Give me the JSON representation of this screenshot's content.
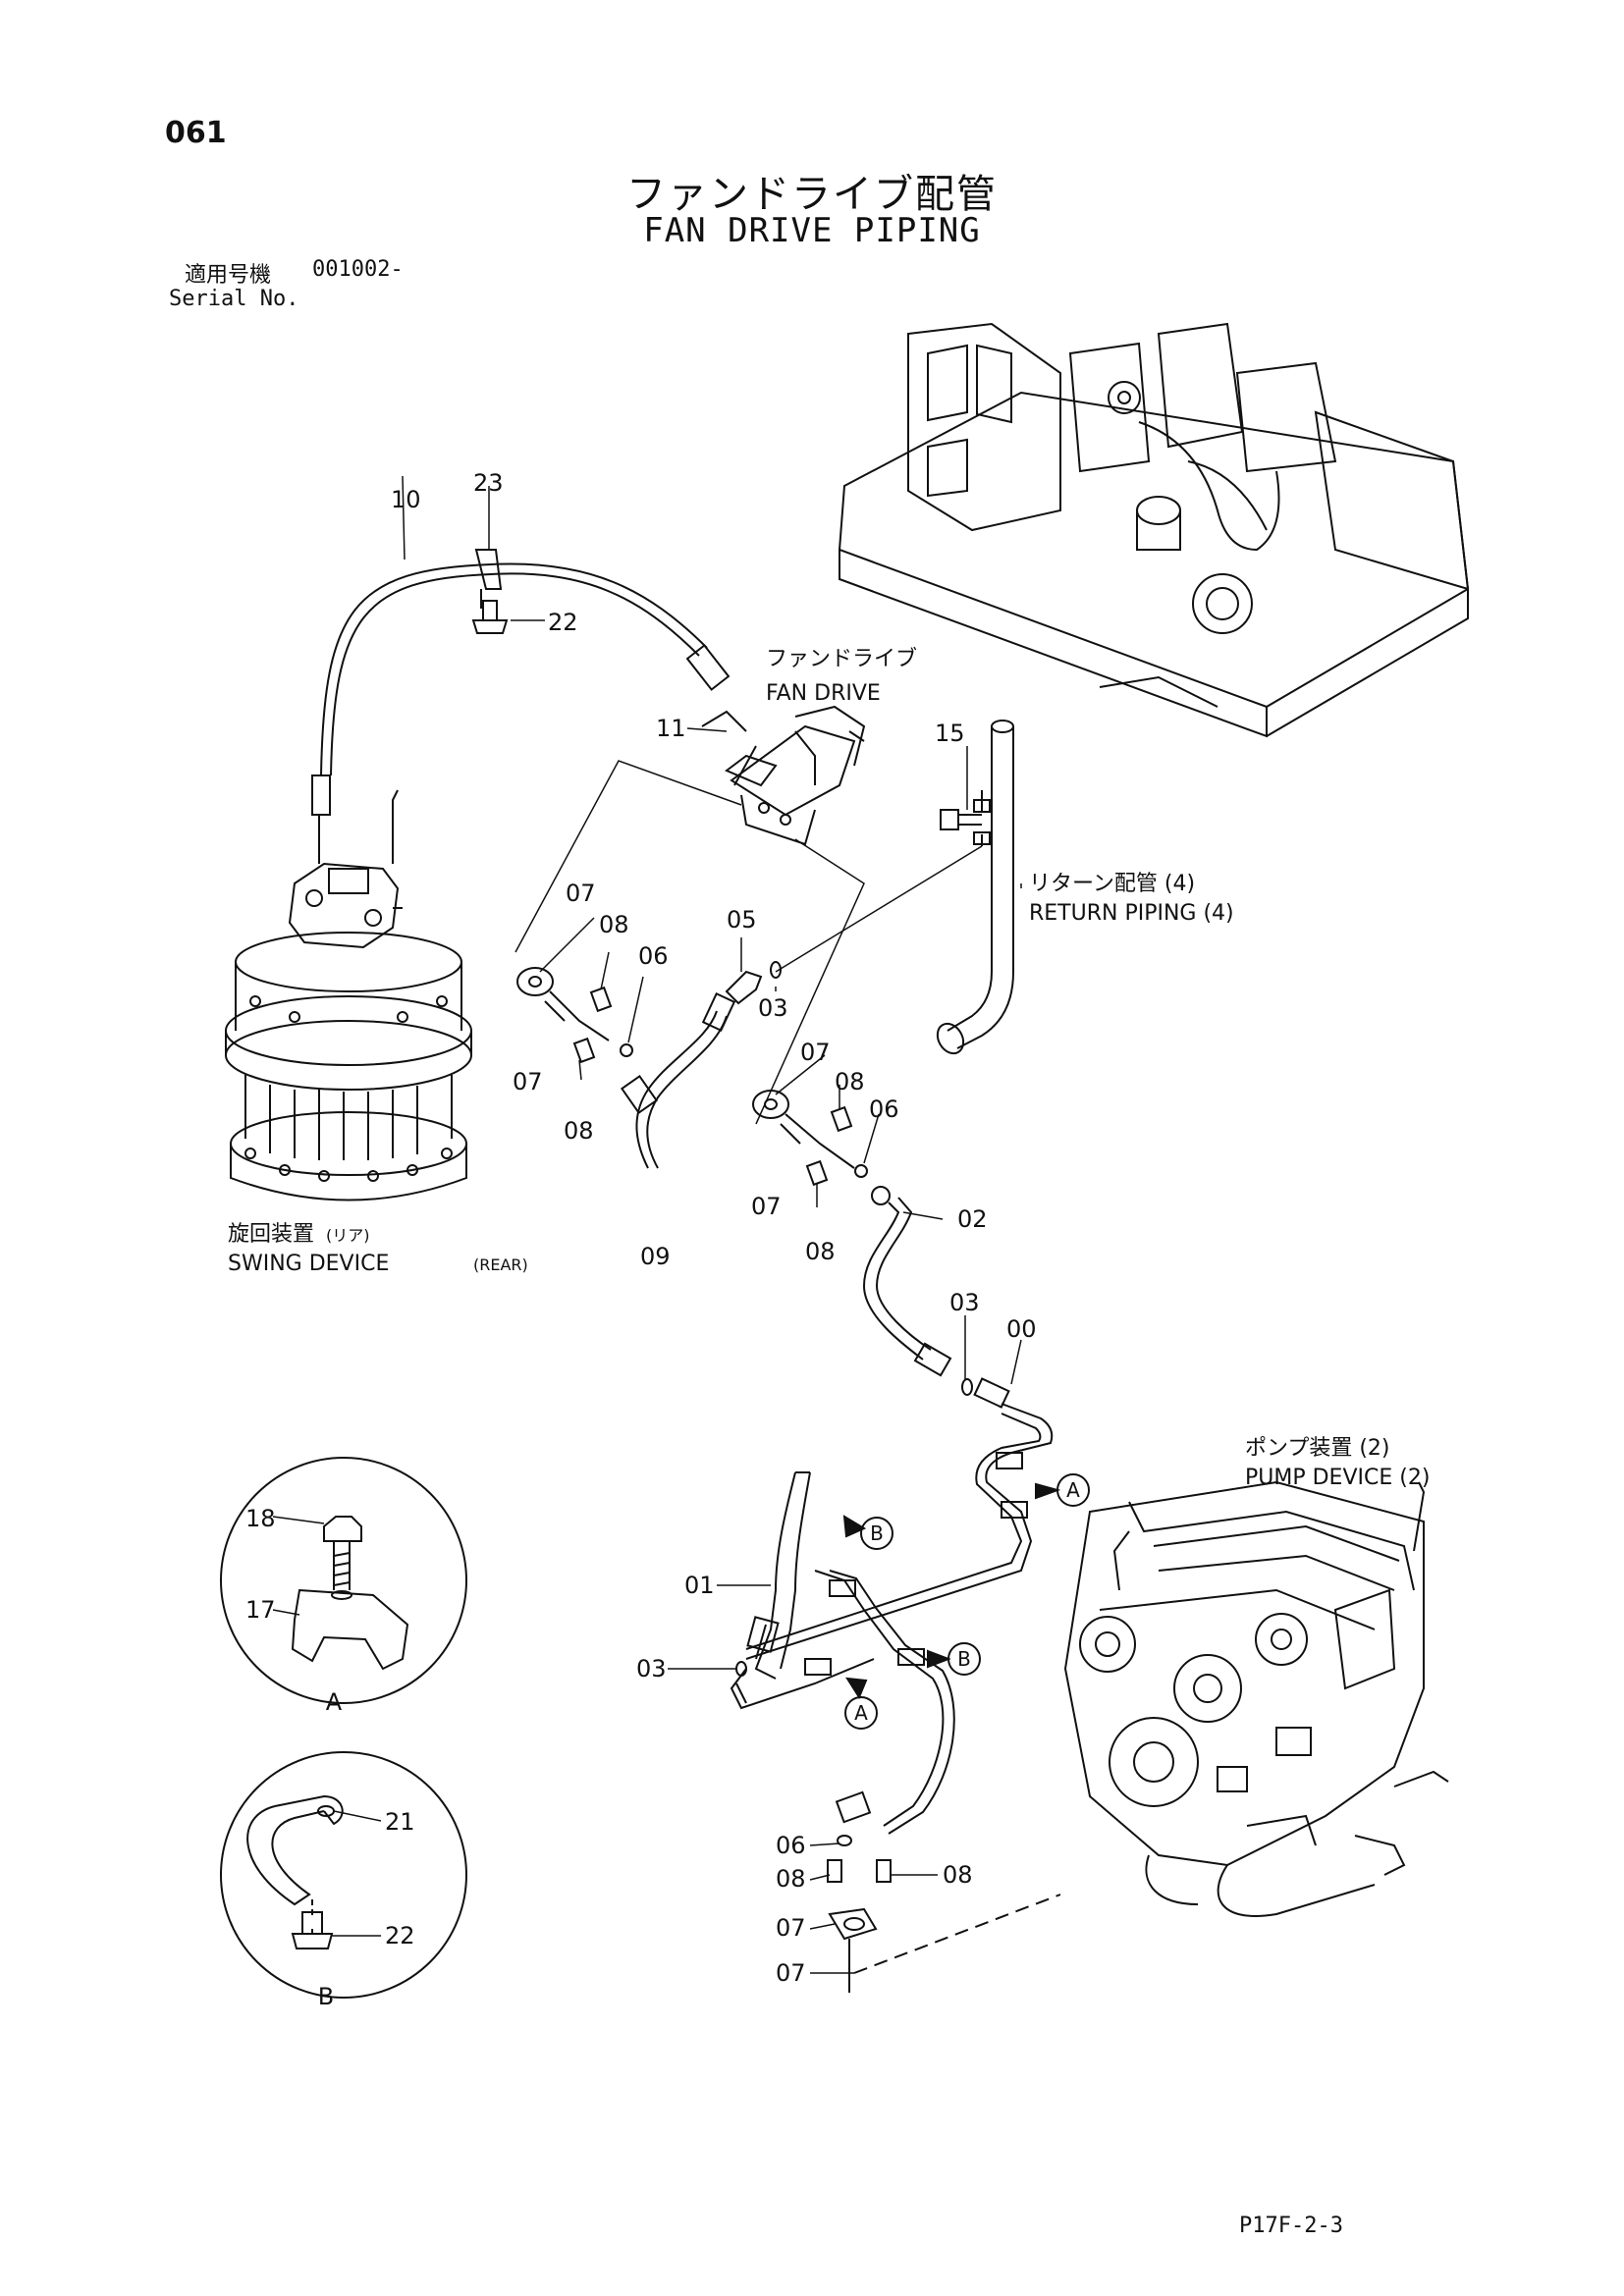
{
  "page_number": "061",
  "title_jp": "ファンドライブ配管",
  "title_en": "FAN DRIVE PIPING",
  "serial": {
    "label_jp": "適用号機",
    "value": "001002-",
    "label_en": "Serial No."
  },
  "figure_code": "P17F-2-3",
  "components": {
    "fan_drive": {
      "jp": "ファンドライブ",
      "en": "FAN DRIVE"
    },
    "return_piping": {
      "jp": "リターン配管 (4)",
      "en": "RETURN PIPING  (4)"
    },
    "swing_device": {
      "jp": "旋回装置",
      "jp_sub": "(リア)",
      "en": "SWING DEVICE",
      "en_sub": "(REAR)"
    },
    "pump_device": {
      "jp": "ポンプ装置 (2)",
      "en": "PUMP DEVICE  (2)"
    }
  },
  "part_numbers": {
    "p10": "10",
    "p23": "23",
    "p22_top": "22",
    "p11": "11",
    "p15": "15",
    "p07_a": "07",
    "p08_a": "08",
    "p06_a": "06",
    "p07_b": "07",
    "p08_b": "08",
    "p05": "05",
    "p03_a": "03",
    "p09": "09",
    "p07_c": "07",
    "p08_c": "08",
    "p06_c": "06",
    "p07_d": "07",
    "p08_d": "08",
    "p02": "02",
    "p03_b": "03",
    "p00": "00",
    "p01": "01",
    "p03_c": "03",
    "p06_e": "06",
    "p08_e": "08",
    "p08_f": "08",
    "p07_e": "07",
    "p07_f": "07",
    "p18": "18",
    "p17": "17",
    "p21": "21",
    "p22_detail": "22"
  },
  "detail_refs": {
    "a1": "A",
    "a2": "A",
    "b1": "B",
    "b2": "B",
    "detail_a": "A",
    "detail_b": "B"
  }
}
